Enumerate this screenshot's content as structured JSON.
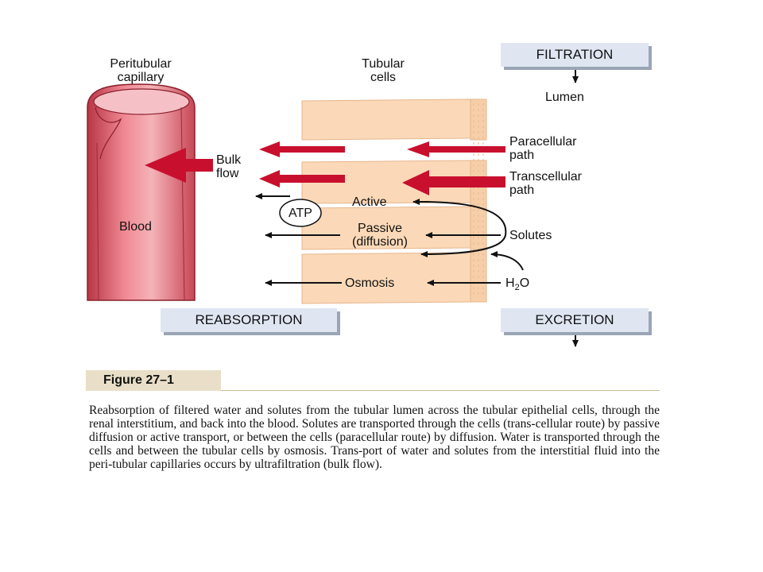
{
  "labels": {
    "peritubular": "Peritubular\ncapillary",
    "tubular": "Tubular\ncells",
    "filtration": "FILTRATION",
    "lumen": "Lumen",
    "paracellular": "Paracellular\npath",
    "transcellular": "Transcellular\npath",
    "bulk_flow": "Bulk\nflow",
    "blood": "Blood",
    "active": "Active",
    "atp": "ATP",
    "passive": "Passive\n(diffusion)",
    "solutes": "Solutes",
    "osmosis": "Osmosis",
    "h2o_base": "H",
    "h2o_sub": "2",
    "h2o_end": "O",
    "reabsorption": "REABSORPTION",
    "excretion": "EXCRETION"
  },
  "figure": {
    "tag": "Figure 27–1",
    "caption": "Reabsorption of filtered water and solutes from the tubular lumen across the tubular epithelial cells, through the renal interstitium, and back into the blood. Solutes are transported through the cells (trans-cellular route) by passive diffusion or active transport, or between the cells (paracellular route) by diffusion. Water is transported through the cells and between the tubular cells by osmosis. Trans-port of water and solutes from the interstitial fluid into the peri-tubular capillaries occurs by ultrafiltration (bulk flow)."
  },
  "colors": {
    "vessel": "#e06070",
    "vessel_dark": "#b83646",
    "cells": "#fbd9b8",
    "arrow_red": "#c8102e",
    "box_fill": "#dfe6f2",
    "tab_fill": "#e9dfc8"
  }
}
